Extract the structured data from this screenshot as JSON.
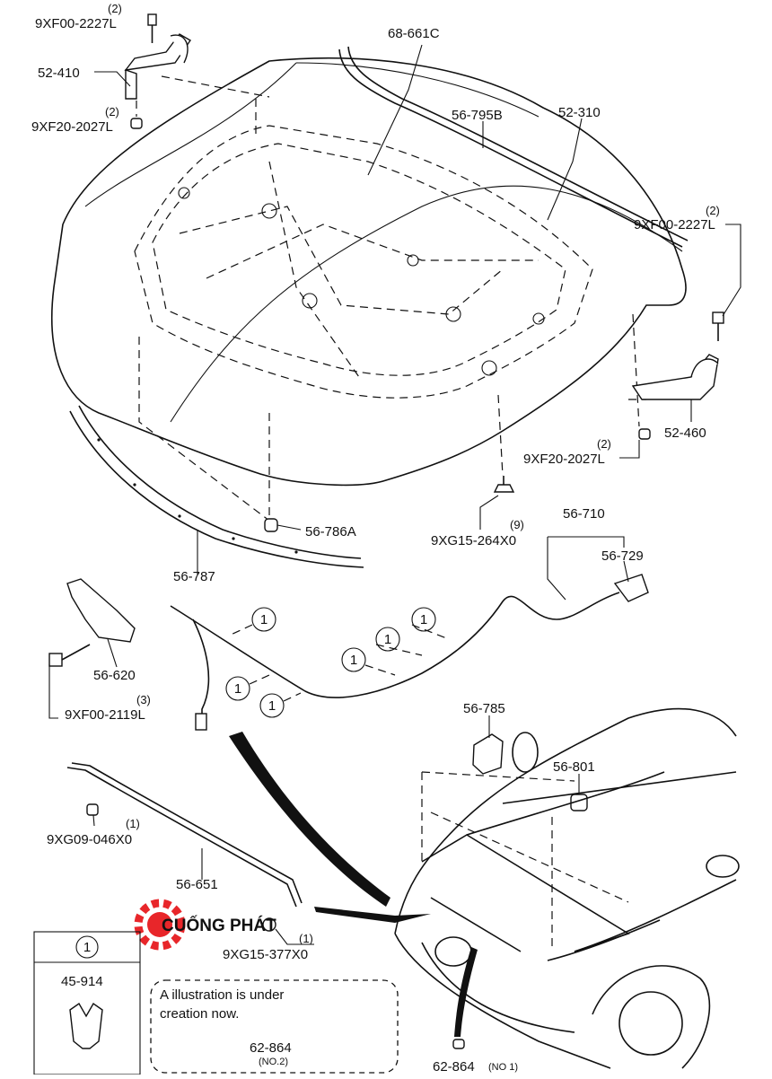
{
  "labels": {
    "hood_bolt_top_qty": "(2)",
    "hood_bolt_top": "9XF00-2227L",
    "hinge_left": "52-410",
    "hood_nut_left_qty": "(2)",
    "hood_nut_left": "9XF20-2027L",
    "insulator": "68-661C",
    "seal_rear": "56-795B",
    "hood": "52-310",
    "hood_bolt_right_qty": "(2)",
    "hood_bolt_right": "9XF00-2227L",
    "hinge_right": "52-460",
    "hood_nut_right_qty": "(2)",
    "hood_nut_right": "9XF20-2027L",
    "stopper": "56-786A",
    "front_seal": "56-787",
    "clip_hood_qty": "(9)",
    "clip_hood": "9XG15-264X0",
    "release_cable": "56-710",
    "release_handle": "56-729",
    "hood_lock": "56-620",
    "lock_bolt_qty": "(3)",
    "lock_bolt": "9XF00-2119L",
    "bumper_rubber": "56-785",
    "cushion": "56-801",
    "clip_prop_qty": "(1)",
    "clip_prop": "9XG09-046X0",
    "prop_rod": "56-651",
    "clip_prop2_qty": "(1)",
    "clip_prop2": "9XG15-377X0",
    "callout_symbol": "1",
    "legend_part": "45-914",
    "note_line1": "A illustration is under",
    "note_line2": "creation now.",
    "damper_no2": "62-864",
    "damper_no2_sub": "(NO.2)",
    "damper_no1": "62-864",
    "damper_no1_sub": "(NO 1)"
  },
  "watermark": {
    "brand": "CUỐNG PHÁT",
    "brand_color": "#e8262a"
  }
}
